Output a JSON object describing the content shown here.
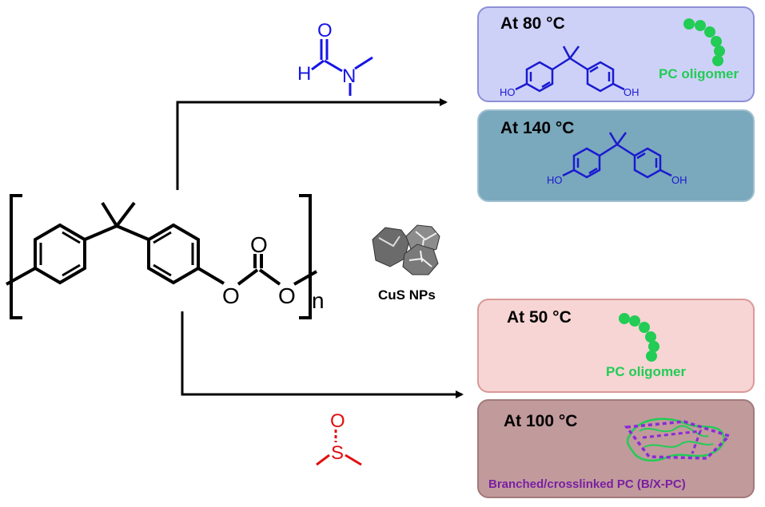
{
  "reactant": {
    "repeat_n": "n",
    "atom_O": "O"
  },
  "catalyst": {
    "label": "CuS NPs"
  },
  "solvent_top": {
    "atom_H": "H",
    "atom_N": "N",
    "atom_O": "O",
    "color": "#1515e6"
  },
  "solvent_bottom": {
    "atom_S": "S",
    "atom_O": "O",
    "color": "#e01010"
  },
  "boxes": [
    {
      "temp": "At 80 °C",
      "product_label": "PC oligomer",
      "bpa_oh": "HO",
      "bpa_oh2": "OH",
      "color": "#cdd1f7"
    },
    {
      "temp": "At 140 °C",
      "bpa_oh": "HO",
      "bpa_oh2": "OH",
      "color": "#7aa8bd"
    },
    {
      "temp": "At 50 °C",
      "product_label": "PC oligomer",
      "color": "#f6d5d4"
    },
    {
      "temp": "At 100 °C",
      "product_label": "Branched/crosslinked PC (B/X-PC)",
      "color": "#c19a9c"
    }
  ],
  "colors": {
    "bpa": "#1a1ad0",
    "oligomer": "#22cc55",
    "branched_text": "#7a1fa2",
    "crosslink": "#8a2bd6"
  }
}
